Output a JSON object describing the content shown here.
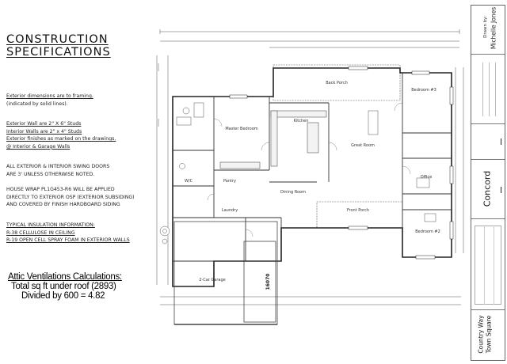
{
  "spec": {
    "title_line1": "CONSTRUCTION",
    "title_line2": "SPECIFICATIONS",
    "notes1": [
      "Exterior dimensions are to framing.",
      "(indicated by solid lines)."
    ],
    "notes2": [
      "Exterior Wall are 2\" X 6\" Studs",
      "Interior Walls are 2\" x 4\" Studs",
      "Exterior finishes as marked on the drawings.",
      "@ Interior & Garage Walls"
    ],
    "notes3": [
      "ALL EXTERIOR & INTERIOR SWING DOORS",
      "ARE 3' UNLESS OTHERWISE NOTED."
    ],
    "notes4": [
      "HOUSE WRAP PL1G453-R6 WILL BE APPLIED",
      "DIRECTLY TO EXTERIOR OSP (EXTERIOR SUBSIDING)",
      "AND COVERED BY FINISH HARDBOARD SIDING"
    ],
    "notes5": [
      "TYPICAL INSULATION INFORMATION:",
      "R-38 CELLULOSE IN CEILING",
      "R-19 OPEN CELL SPRAY FOAM IN EXTERIOR WALLS"
    ]
  },
  "attic": {
    "heading": "Attic Ventilations Calculations:",
    "line1": "Total sq ft under roof (2893)",
    "line2": "Divided by 600 = 4.82"
  },
  "plan": {
    "rooms": {
      "back_porch": "Back Porch",
      "bedroom3": "Bedroom #3",
      "master": "Master Bedroom",
      "kitchen": "Kitchen",
      "great_room": "Great Room",
      "office": "Office",
      "wic": "W/C",
      "pantry": "Pantry",
      "dining": "Dining Room",
      "laundry": "Laundry",
      "front_porch": "Front Porch",
      "bedroom2": "Bedroom #2",
      "garage": "2-Car Garage"
    },
    "garage_dim": "16070"
  },
  "titleblock": {
    "drawn_by_label": "Drawn by:",
    "drawn_by": "Michelle Jones",
    "plan_name": "Concord",
    "location_line1": "Country Way",
    "location_line2": "Town Square"
  }
}
